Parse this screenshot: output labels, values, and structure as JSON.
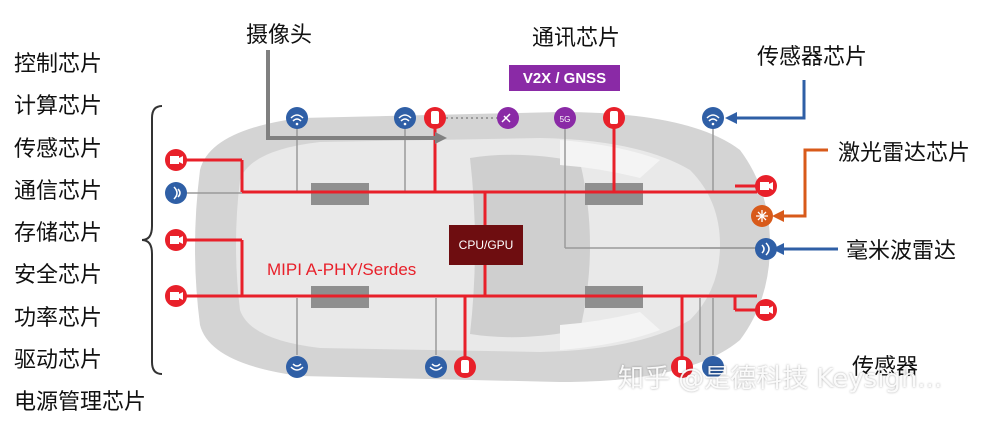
{
  "left_list": {
    "items": [
      "控制芯片",
      "计算芯片",
      "传感芯片",
      "通信芯片",
      "存储芯片",
      "安全芯片",
      "功率芯片",
      "驱动芯片",
      "电源管理芯片"
    ]
  },
  "labels": {
    "camera": "摄像头",
    "comm_chip": "通讯芯片",
    "sensor_chip": "传感器芯片",
    "lidar_chip": "激光雷达芯片",
    "mmwave_radar": "毫米波雷达",
    "sensor": "传感器"
  },
  "badges": {
    "v2x": "V2X / GNSS",
    "cpu": "CPU/GPU",
    "fiveg": "5G"
  },
  "bus_label": "MIPI A-PHY/Serdes",
  "watermark": "知乎 @是德科技 Keysigh...",
  "colors": {
    "bus_red": "#e8202a",
    "cpu_dark": "#6e0d10",
    "v2x_purple": "#8a2aa6",
    "sensor_blue": "#2f5fa6",
    "lidar_orange": "#d85a1a",
    "pointer_gray": "#808080"
  }
}
